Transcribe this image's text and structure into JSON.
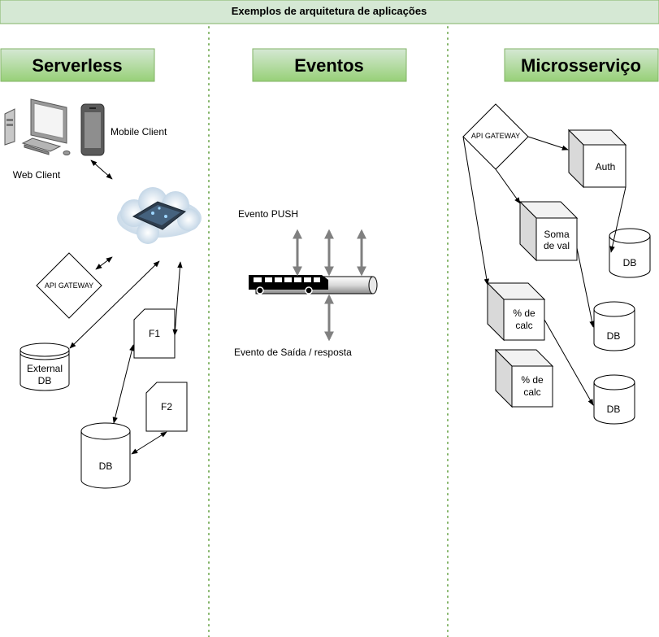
{
  "header": {
    "title": "Exemplos de arquitetura de aplicações"
  },
  "colors": {
    "header_fill": "#d5e8d4",
    "header_stroke": "#82b366",
    "section_fill_top": "#d5e8d4",
    "section_fill_bottom": "#97d077",
    "divider": "#82b366",
    "stroke": "#000000",
    "event_arrow": "#808080"
  },
  "sections": [
    {
      "title": "Serverless"
    },
    {
      "title": "Eventos"
    },
    {
      "title": "Microsserviço"
    }
  ],
  "serverless": {
    "web_client": "Web Client",
    "mobile_client": "Mobile Client",
    "cloud_icon": "cloud-icon",
    "api_gateway": "API GATEWAY",
    "external_db": "External DB",
    "f1": "F1",
    "f2": "F2",
    "db": "DB"
  },
  "eventos": {
    "push": "Evento PUSH",
    "saida": "Evento de Saída / resposta",
    "bus_icon": "bus-icon"
  },
  "microsservico": {
    "api_gateway": "API GATEWAY",
    "auth": "Auth",
    "soma_line1": "Soma",
    "soma_line2": "de val",
    "calc1_line1": "% de",
    "calc1_line2": "calc",
    "calc2_line1": "% de",
    "calc2_line2": "calc",
    "db1": "DB",
    "db2": "DB",
    "db3": "DB"
  }
}
